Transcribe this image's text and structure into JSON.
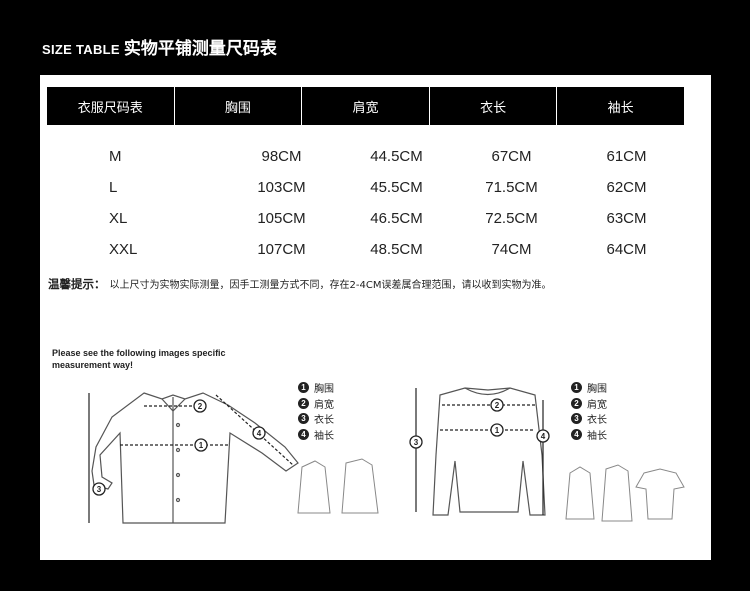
{
  "header": {
    "title_en": "SIZE TABLE",
    "title_cn": "实物平铺测量尺码表"
  },
  "table": {
    "columns": [
      "衣服尺码表",
      "胸围",
      "肩宽",
      "衣长",
      "袖长"
    ],
    "rows": [
      [
        "M",
        "98CM",
        "44.5CM",
        "67CM",
        "61CM"
      ],
      [
        "L",
        "103CM",
        "45.5CM",
        "71.5CM",
        "62CM"
      ],
      [
        "XL",
        "105CM",
        "46.5CM",
        "72.5CM",
        "63CM"
      ],
      [
        "XXL",
        "107CM",
        "48.5CM",
        "74CM",
        "64CM"
      ]
    ]
  },
  "note": {
    "label": "温馨提示：",
    "text": "以上尺寸为实物实际测量，因手工测量方式不同，存在2-4CM误差属合理范围，请以收到实物为准。"
  },
  "instruction": {
    "line1": "Please see the following images specific",
    "line2": "measurement way!"
  },
  "legend_left": [
    {
      "num": "1",
      "label": "胸围"
    },
    {
      "num": "2",
      "label": "肩宽"
    },
    {
      "num": "3",
      "label": "衣长"
    },
    {
      "num": "4",
      "label": "袖长"
    }
  ],
  "legend_right": [
    {
      "num": "1",
      "label": "胸围"
    },
    {
      "num": "2",
      "label": "肩宽"
    },
    {
      "num": "3",
      "label": "衣长"
    },
    {
      "num": "4",
      "label": "袖长"
    }
  ],
  "diagram_markers": {
    "chest": "1",
    "shoulder": "2",
    "length": "3",
    "sleeve": "4"
  },
  "colors": {
    "background": "#000000",
    "panel": "#ffffff",
    "header_bg": "#000000"
  }
}
